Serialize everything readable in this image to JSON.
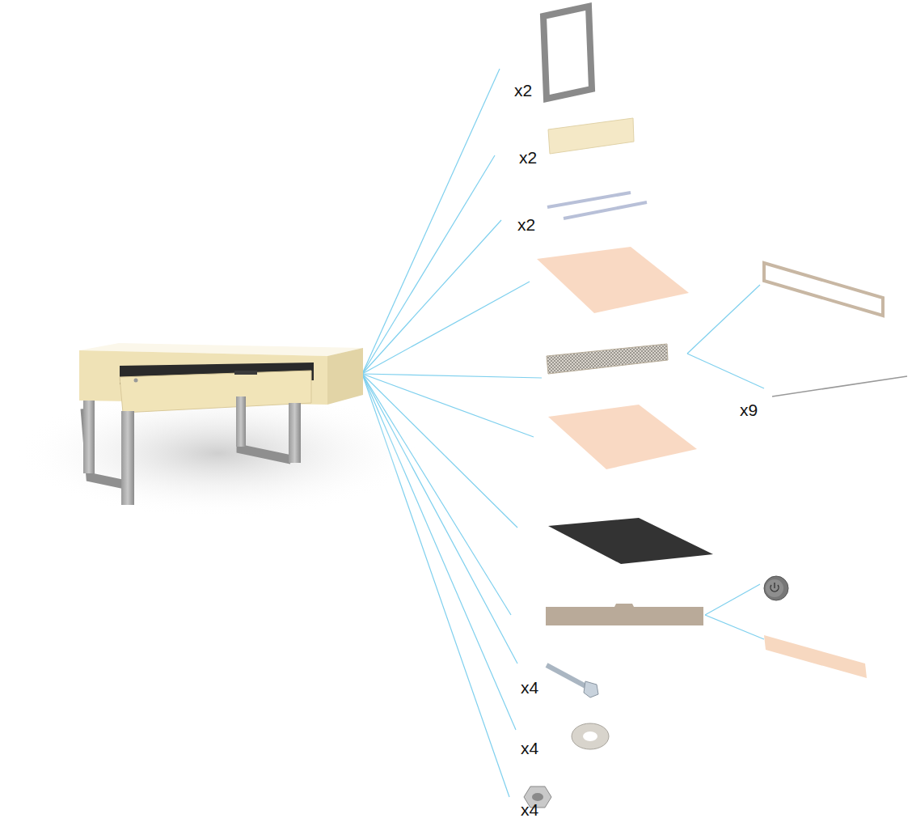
{
  "diagram": {
    "labels": [
      "x2",
      "x2",
      "x2",
      "x9",
      "x4",
      "x4",
      "x4"
    ]
  }
}
